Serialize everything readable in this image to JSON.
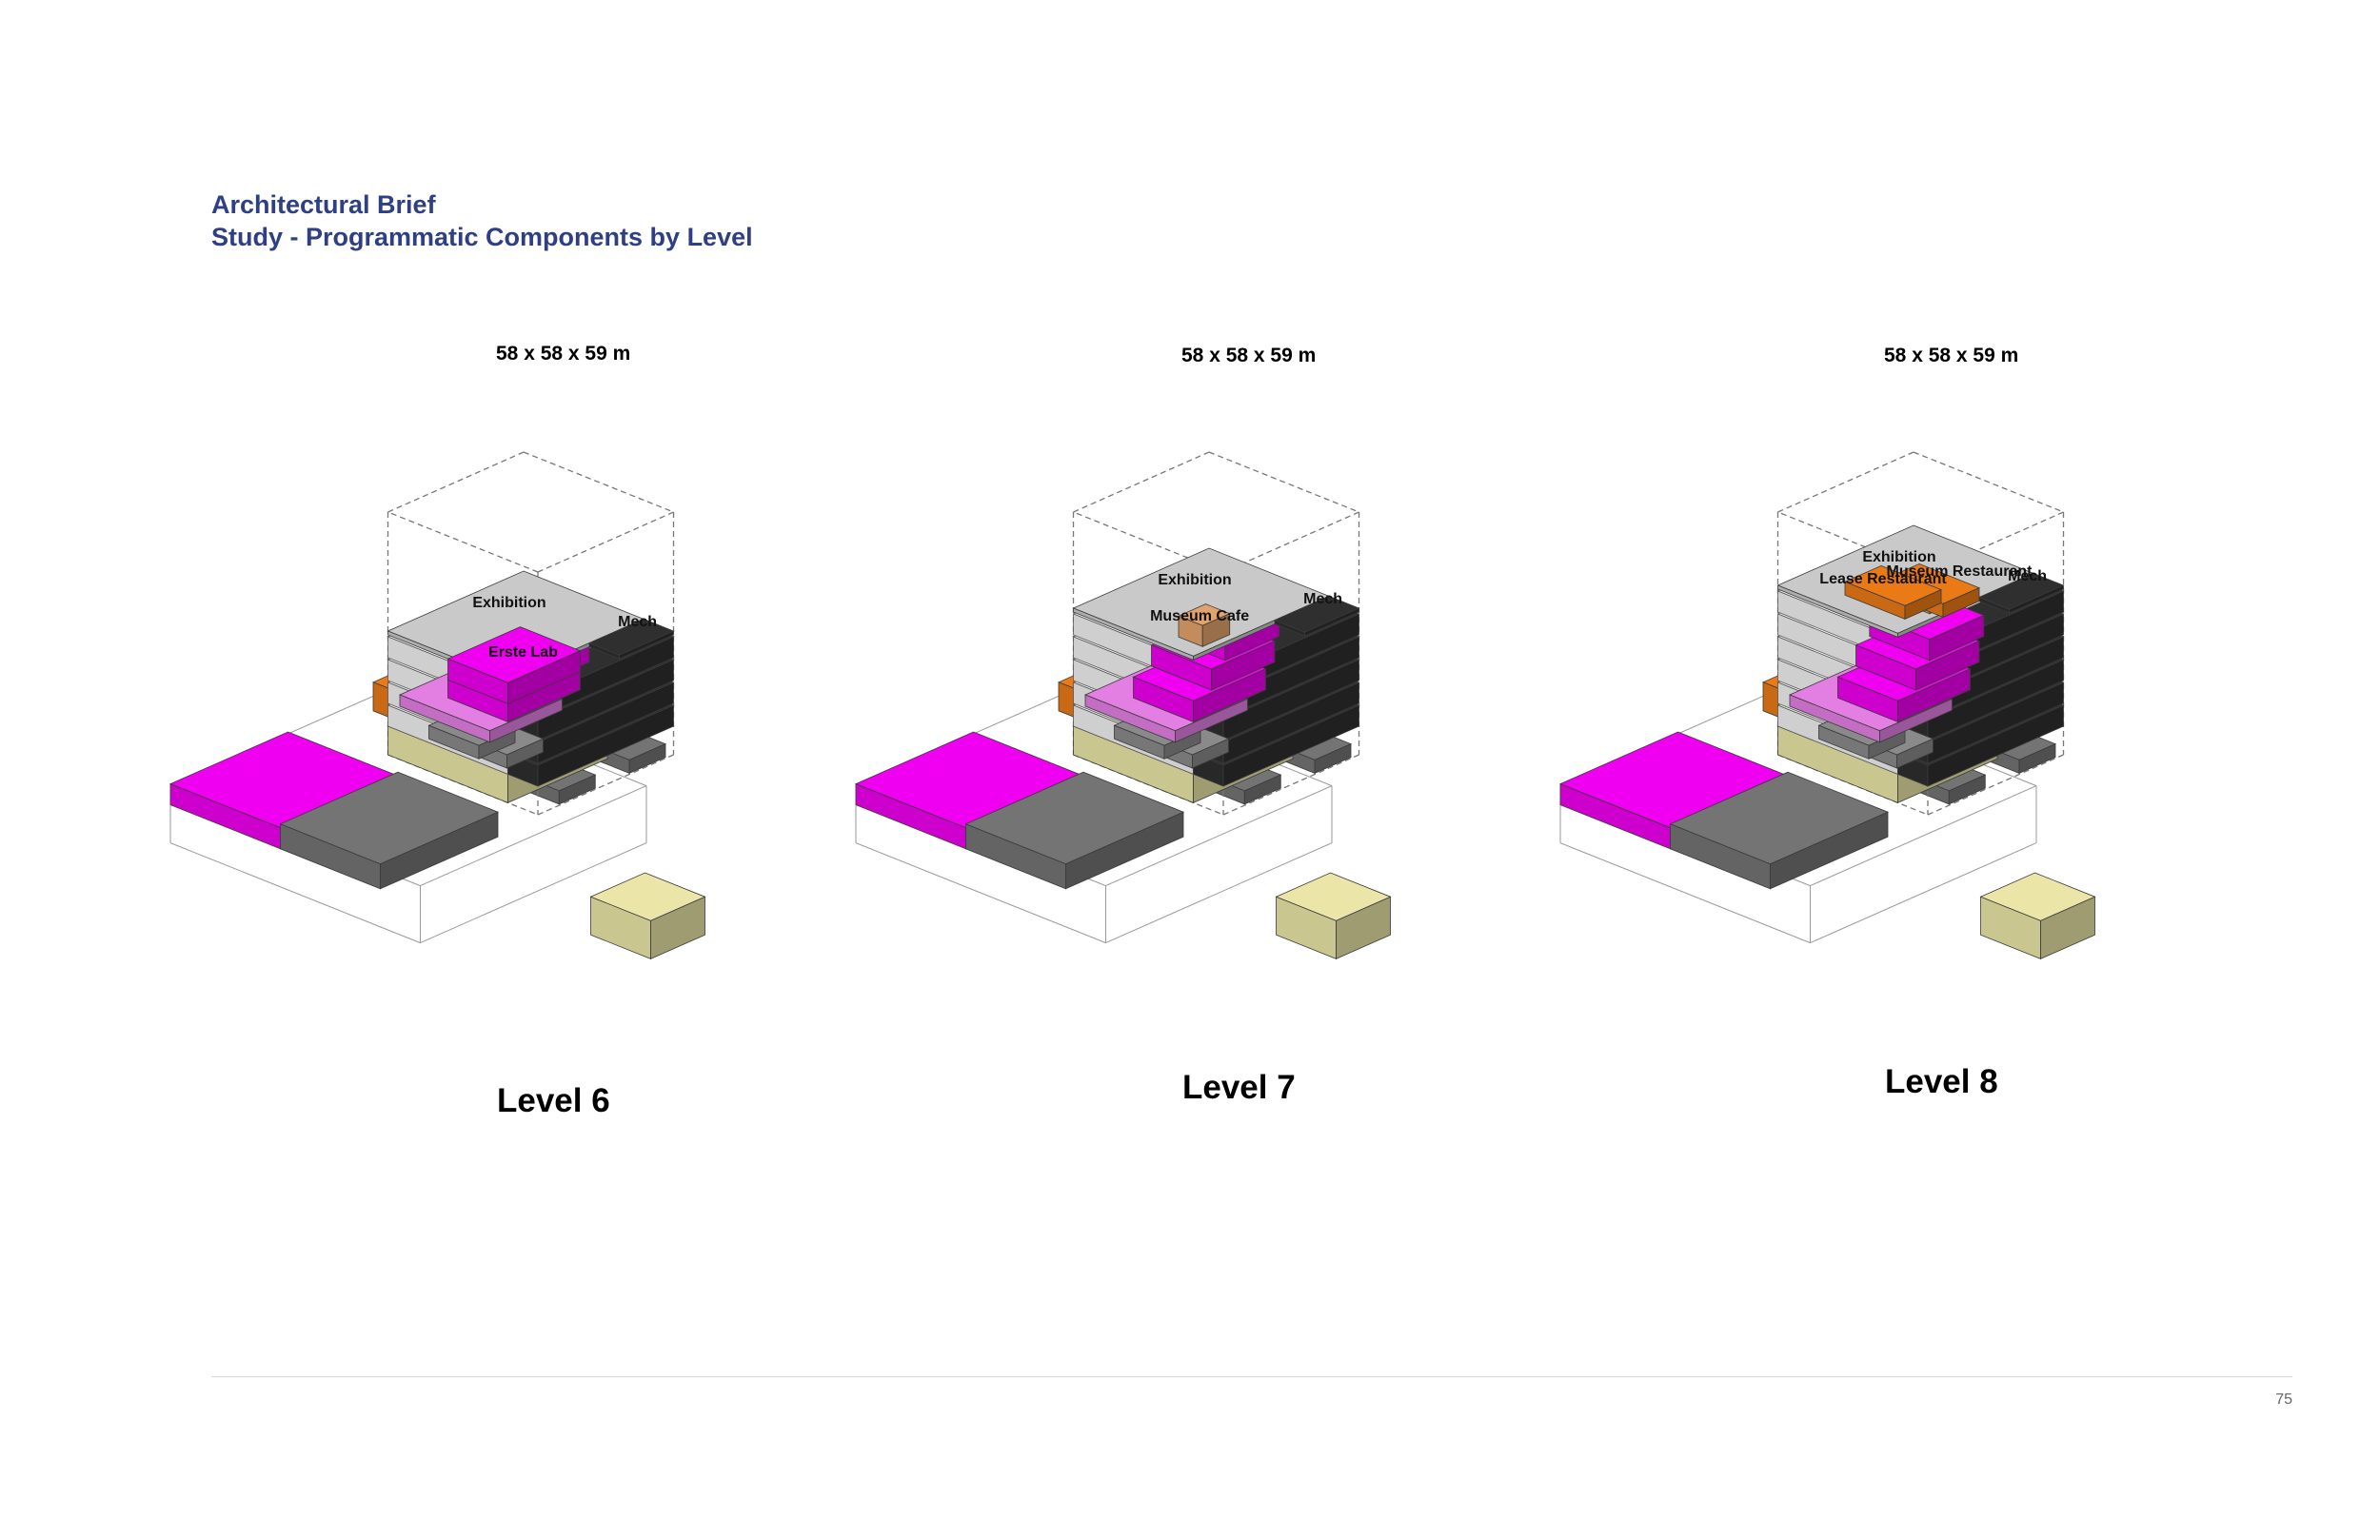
{
  "header": {
    "title": "Architectural Brief",
    "subtitle": "Study - Programmatic Components by Level"
  },
  "palette": {
    "title_blue": "#2e3f86",
    "exhibition_white": "#f1f1f1",
    "exhibition_grey": "#c9c9c9",
    "mech_black": "#2f2f2f",
    "magenta": "#f000f0",
    "magenta_dark": "#b800b8",
    "pink": "#e37fe3",
    "orange": "#ea7a16",
    "peach": "#e1a36d",
    "cream": "#ebe6a8",
    "khaki": "#b4ad80",
    "grey": "#8a8a8a",
    "dark_grey": "#747474"
  },
  "levels": [
    {
      "dimensions": "58 x 58 x 59 m",
      "title": "Level 6",
      "labels": {
        "exhibition": "Exhibition",
        "mech": "Mech",
        "lab": "Erste Lab"
      }
    },
    {
      "dimensions": "58 x 58 x 59 m",
      "title": "Level 7",
      "labels": {
        "exhibition": "Exhibition",
        "mech": "Mech",
        "cafe": "Museum Cafe"
      }
    },
    {
      "dimensions": "58 x 58 x 59 m",
      "title": "Level 8",
      "labels": {
        "exhibition": "Exhibition",
        "mech": "Mech",
        "museum_restaurant": "Museum Restaurant",
        "lease_restaurant": "Lease Restaurant"
      }
    }
  ],
  "footer": {
    "page_number": "75"
  }
}
